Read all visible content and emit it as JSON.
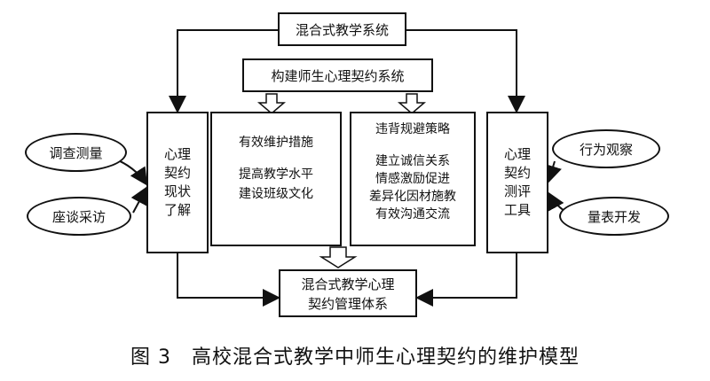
{
  "top_box": "混合式教学系统",
  "build_box": "构建师生心理契约系统",
  "left_col": [
    "心理",
    "契约",
    "现状",
    "了解"
  ],
  "right_col": [
    "心理",
    "契约",
    "测评",
    "工具"
  ],
  "maintain": {
    "title": "有效维护措施",
    "items": [
      "提高教学水平",
      "建设班级文化"
    ]
  },
  "violation": {
    "title": "违背规避策略",
    "items": [
      "建立诚信关系",
      "情感激励促进",
      "差异化因材施教",
      "有效沟通交流"
    ]
  },
  "bottom_box": [
    "混合式教学心理",
    "契约管理体系"
  ],
  "left_ovals": [
    "调查测量",
    "座谈采访"
  ],
  "right_ovals": [
    "行为观察",
    "量表开发"
  ],
  "caption": "图 3　高校混合式教学中师生心理契约的维护模型"
}
